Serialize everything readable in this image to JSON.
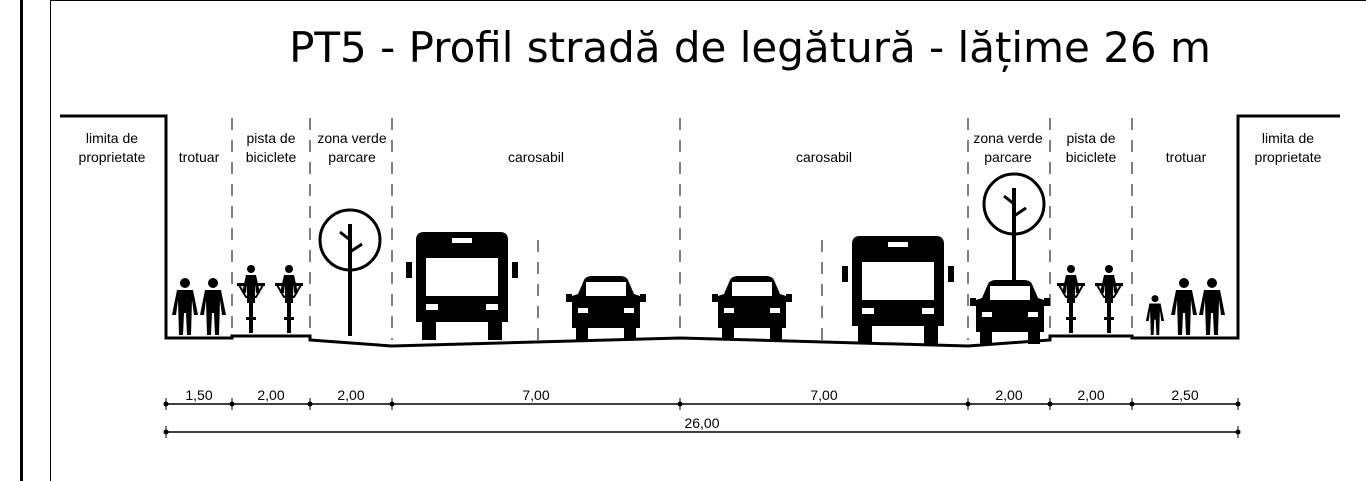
{
  "title": "PT5 - Profil stradă de legătură - lățime 26 m",
  "labels": {
    "property_left_1": "limita de",
    "property_left_2": "proprietate",
    "property_right_1": "limita de",
    "property_right_2": "proprietate",
    "sidewalk_left": "trotuar",
    "bike_left_1": "pista de",
    "bike_left_2": "biciclete",
    "green_left_1": "zona verde",
    "green_left_2": "parcare",
    "carriage_left": "carosabil",
    "carriage_right": "carosabil",
    "green_right_1": "zona verde",
    "green_right_2": "parcare",
    "bike_right_1": "pista de",
    "bike_right_2": "biciclete",
    "sidewalk_right": "trotuar"
  },
  "dimensions": {
    "segments": [
      "1,50",
      "2,00",
      "2,00",
      "7,00",
      "7,00",
      "2,00",
      "2,00",
      "2,50"
    ],
    "total": "26,00"
  },
  "icons": {
    "pedestrian": "pedestrian-icon",
    "cyclist": "cyclist-icon",
    "tree": "tree-icon",
    "bus": "bus-icon",
    "car": "car-icon"
  }
}
